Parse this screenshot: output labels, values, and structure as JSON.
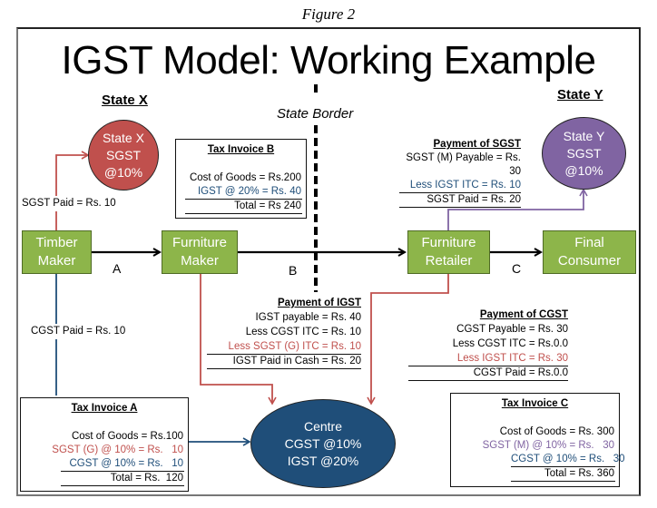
{
  "figure_caption": "Figure 2",
  "title": "IGST Model: Working Example",
  "state_x": {
    "heading": "State X",
    "circle": [
      "State X",
      "SGST",
      "@10%"
    ]
  },
  "state_y": {
    "heading": "State Y",
    "circle": [
      "State Y",
      "SGST",
      "@10%"
    ]
  },
  "state_border_label": "State Border",
  "nodes": {
    "timber": [
      "Timber",
      "Maker"
    ],
    "furniture_maker": [
      "Furniture",
      "Maker"
    ],
    "furniture_retailer": [
      "Furniture",
      "Retailer"
    ],
    "final_consumer": [
      "Final",
      "Consumer"
    ]
  },
  "edge_labels": {
    "a": "A",
    "b": "B",
    "c": "C"
  },
  "flow_labels": {
    "sgst_paid": "SGST Paid = Rs. 10",
    "cgst_paid": "CGST Paid = Rs. 10"
  },
  "centre": [
    "Centre",
    "CGST @10%",
    "IGST @20%"
  ],
  "invoice_a": {
    "title": "Tax Invoice A",
    "lines": [
      "Cost of Goods = Rs.100",
      "SGST (G) @ 10% = Rs.   10",
      "CGST @ 10% = Rs.   10",
      "Total = Rs.  120"
    ]
  },
  "invoice_b": {
    "title": "Tax Invoice B",
    "lines": [
      "Cost of Goods = Rs.200",
      "IGST @ 20% = Rs.  40",
      "Total = Rs 240"
    ]
  },
  "invoice_c": {
    "title": "Tax Invoice C",
    "lines": [
      "Cost of Goods = Rs. 300",
      "SGST (M) @ 10% = Rs.   30",
      "CGST @ 10% = Rs.   30",
      "Total = Rs. 360"
    ]
  },
  "payment_sgst": {
    "title": "Payment of SGST",
    "lines": [
      "SGST (M) Payable = Rs. 30",
      "Less IGST ITC = Rs. 10",
      "SGST Paid = Rs. 20"
    ]
  },
  "payment_igst": {
    "title": "Payment of IGST",
    "lines": [
      "IGST payable = Rs. 40",
      "Less CGST ITC = Rs. 10",
      "Less SGST (G) ITC = Rs. 10",
      "IGST Paid in Cash = Rs. 20"
    ]
  },
  "payment_cgst": {
    "title": "Payment of CGST",
    "lines": [
      "CGST Payable = Rs. 30",
      "Less CGST ITC = Rs.0.0",
      "Less IGST ITC = Rs. 30",
      "CGST Paid = Rs.0.0"
    ]
  },
  "colors": {
    "node_green": "#8db54a",
    "state_x_red": "#c0504d",
    "state_y_purple": "#8064a2",
    "centre_blue": "#1f4e79",
    "sgst_line_red": "#c0504d",
    "cgst_line_blue": "#1f4e79"
  }
}
